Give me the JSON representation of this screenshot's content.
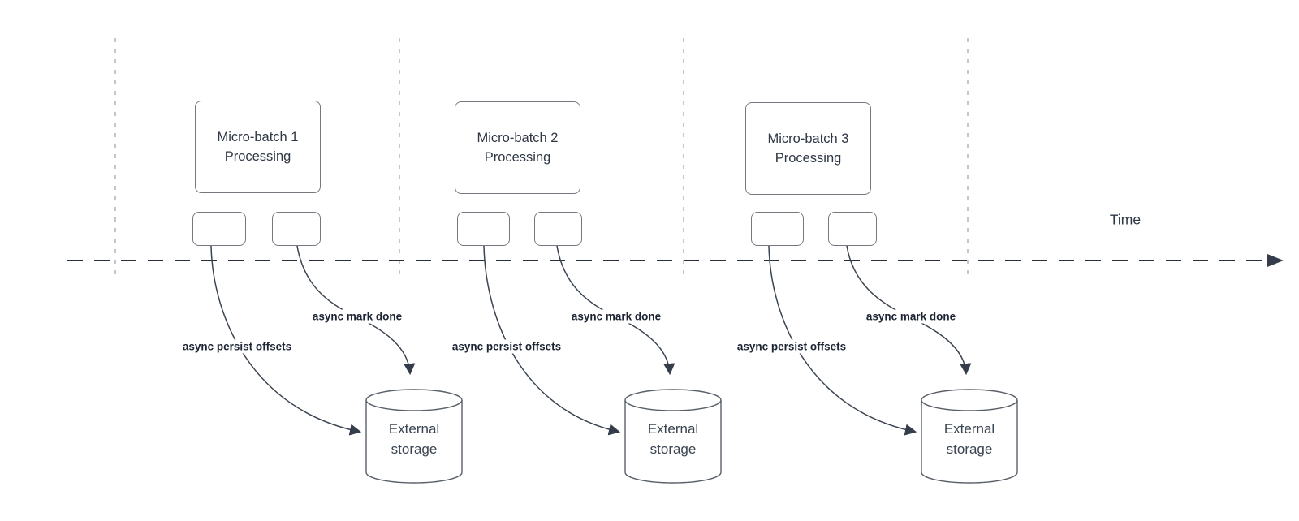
{
  "timeline": {
    "label": "Time"
  },
  "sections": [
    {
      "title_line1": "Micro-batch 1",
      "title_line2": "Processing",
      "persist_label": "async persist offsets",
      "done_label": "async mark done",
      "storage_line1": "External",
      "storage_line2": "storage"
    },
    {
      "title_line1": "Micro-batch 2",
      "title_line2": "Processing",
      "persist_label": "async persist offsets",
      "done_label": "async mark done",
      "storage_line1": "External",
      "storage_line2": "storage"
    },
    {
      "title_line1": "Micro-batch 3",
      "title_line2": "Processing",
      "persist_label": "async persist offsets",
      "done_label": "async mark done",
      "storage_line1": "External",
      "storage_line2": "storage"
    }
  ],
  "colors": {
    "background": "#ffffff",
    "curve_stroke": "#3a4450",
    "timeline_stroke": "#28303c",
    "guide_line_stroke": "#b0b4ba",
    "shape_border": "#75797f",
    "title_text": "#2e3744",
    "edge_label_text": "#1d2433"
  }
}
